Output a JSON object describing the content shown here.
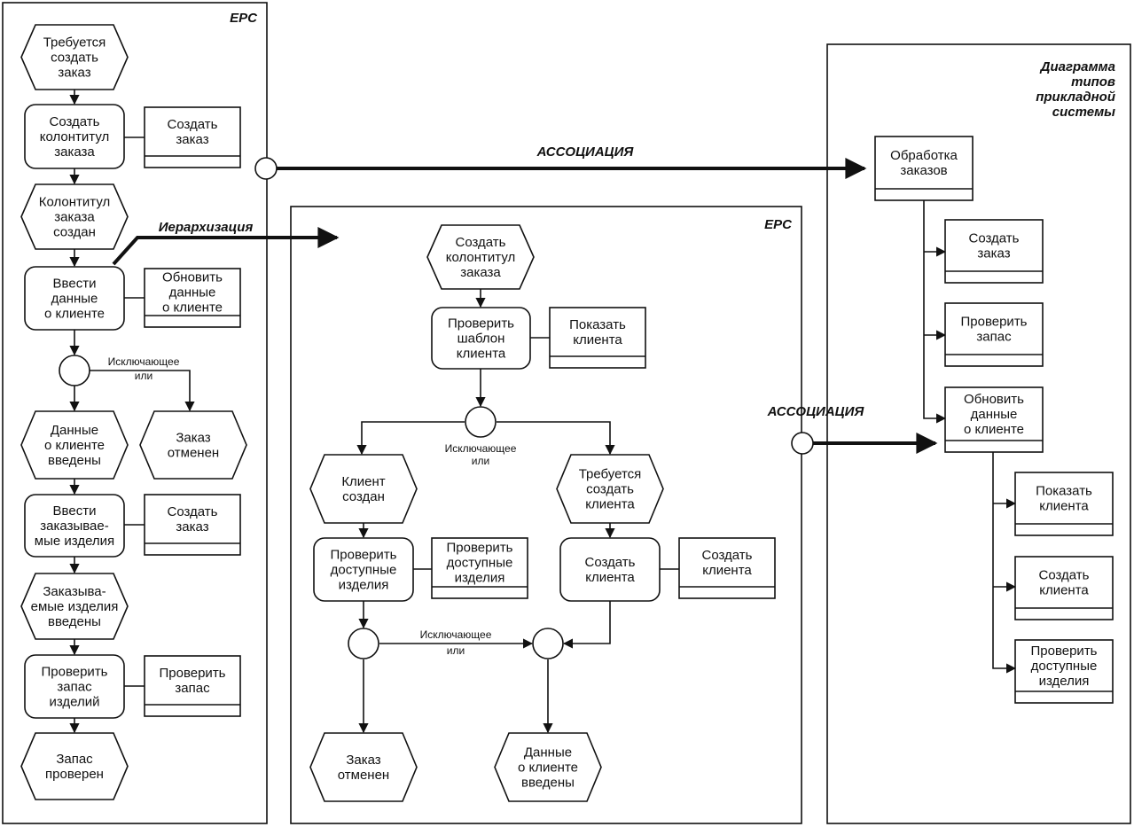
{
  "labels": {
    "epc": "EPC",
    "association": "АССОЦИАЦИЯ",
    "hierarchy": "Иерархизация",
    "xor": [
      "Исключающее",
      "или"
    ],
    "app_diagram": [
      "Диаграмма",
      "типов",
      "прикладной",
      "системы"
    ]
  },
  "left_epc": {
    "nodes": [
      {
        "id": "l_evt1",
        "type": "event",
        "lines": [
          "Требуется",
          "создать",
          "заказ"
        ]
      },
      {
        "id": "l_fn1",
        "type": "function",
        "lines": [
          "Создать",
          "колонтитул",
          "заказа"
        ]
      },
      {
        "id": "l_box1",
        "type": "app",
        "lines": [
          "Создать",
          "заказ"
        ]
      },
      {
        "id": "l_evt2",
        "type": "event",
        "lines": [
          "Колонтитул",
          "заказа",
          "создан"
        ]
      },
      {
        "id": "l_fn2",
        "type": "function",
        "lines": [
          "Ввести",
          "данные",
          "о клиенте"
        ]
      },
      {
        "id": "l_box2",
        "type": "app",
        "lines": [
          "Обновить",
          "данные",
          "о клиенте"
        ]
      },
      {
        "id": "l_evt3",
        "type": "event",
        "lines": [
          "Данные",
          "о клиенте",
          "введены"
        ]
      },
      {
        "id": "l_evt4",
        "type": "event",
        "lines": [
          "Заказ",
          "отменен"
        ]
      },
      {
        "id": "l_fn3",
        "type": "function",
        "lines": [
          "Ввести",
          "заказывае-",
          "мые изделия"
        ]
      },
      {
        "id": "l_box3",
        "type": "app",
        "lines": [
          "Создать",
          "заказ"
        ]
      },
      {
        "id": "l_evt5",
        "type": "event",
        "lines": [
          "Заказыва-",
          "емые изделия",
          "введены"
        ]
      },
      {
        "id": "l_fn4",
        "type": "function",
        "lines": [
          "Проверить",
          "запас",
          "изделий"
        ]
      },
      {
        "id": "l_box4",
        "type": "app",
        "lines": [
          "Проверить",
          "запас"
        ]
      },
      {
        "id": "l_evt6",
        "type": "event",
        "lines": [
          "Запас",
          "проверен"
        ]
      }
    ]
  },
  "middle_epc": {
    "nodes": [
      {
        "id": "m_evt1",
        "type": "event",
        "lines": [
          "Создать",
          "колонтитул",
          "заказа"
        ]
      },
      {
        "id": "m_fn1",
        "type": "function",
        "lines": [
          "Проверить",
          "шаблон",
          "клиента"
        ]
      },
      {
        "id": "m_box1",
        "type": "app",
        "lines": [
          "Показать",
          "клиента"
        ]
      },
      {
        "id": "m_evt2",
        "type": "event",
        "lines": [
          "Клиент",
          "создан"
        ]
      },
      {
        "id": "m_evt3",
        "type": "event",
        "lines": [
          "Требуется",
          "создать",
          "клиента"
        ]
      },
      {
        "id": "m_fn2",
        "type": "function",
        "lines": [
          "Проверить",
          "доступные",
          "изделия"
        ]
      },
      {
        "id": "m_box2",
        "type": "app",
        "lines": [
          "Проверить",
          "доступные",
          "изделия"
        ]
      },
      {
        "id": "m_fn3",
        "type": "function",
        "lines": [
          "Создать",
          "клиента"
        ]
      },
      {
        "id": "m_box3",
        "type": "app",
        "lines": [
          "Создать",
          "клиента"
        ]
      },
      {
        "id": "m_evt4",
        "type": "event",
        "lines": [
          "Заказ",
          "отменен"
        ]
      },
      {
        "id": "m_evt5",
        "type": "event",
        "lines": [
          "Данные",
          "о клиенте",
          "введены"
        ]
      }
    ]
  },
  "app_types": {
    "nodes": [
      {
        "id": "r_top",
        "type": "app",
        "lines": [
          "Обработка",
          "заказов"
        ]
      },
      {
        "id": "r_b1",
        "type": "app",
        "lines": [
          "Создать",
          "заказ"
        ]
      },
      {
        "id": "r_b2",
        "type": "app",
        "lines": [
          "Проверить",
          "запас"
        ]
      },
      {
        "id": "r_b3",
        "type": "app",
        "lines": [
          "Обновить",
          "данные",
          "о клиенте"
        ]
      },
      {
        "id": "r_b4",
        "type": "app",
        "lines": [
          "Показать",
          "клиента"
        ]
      },
      {
        "id": "r_b5",
        "type": "app",
        "lines": [
          "Создать",
          "клиента"
        ]
      },
      {
        "id": "r_b6",
        "type": "app",
        "lines": [
          "Проверить",
          "доступные",
          "изделия"
        ]
      }
    ]
  }
}
